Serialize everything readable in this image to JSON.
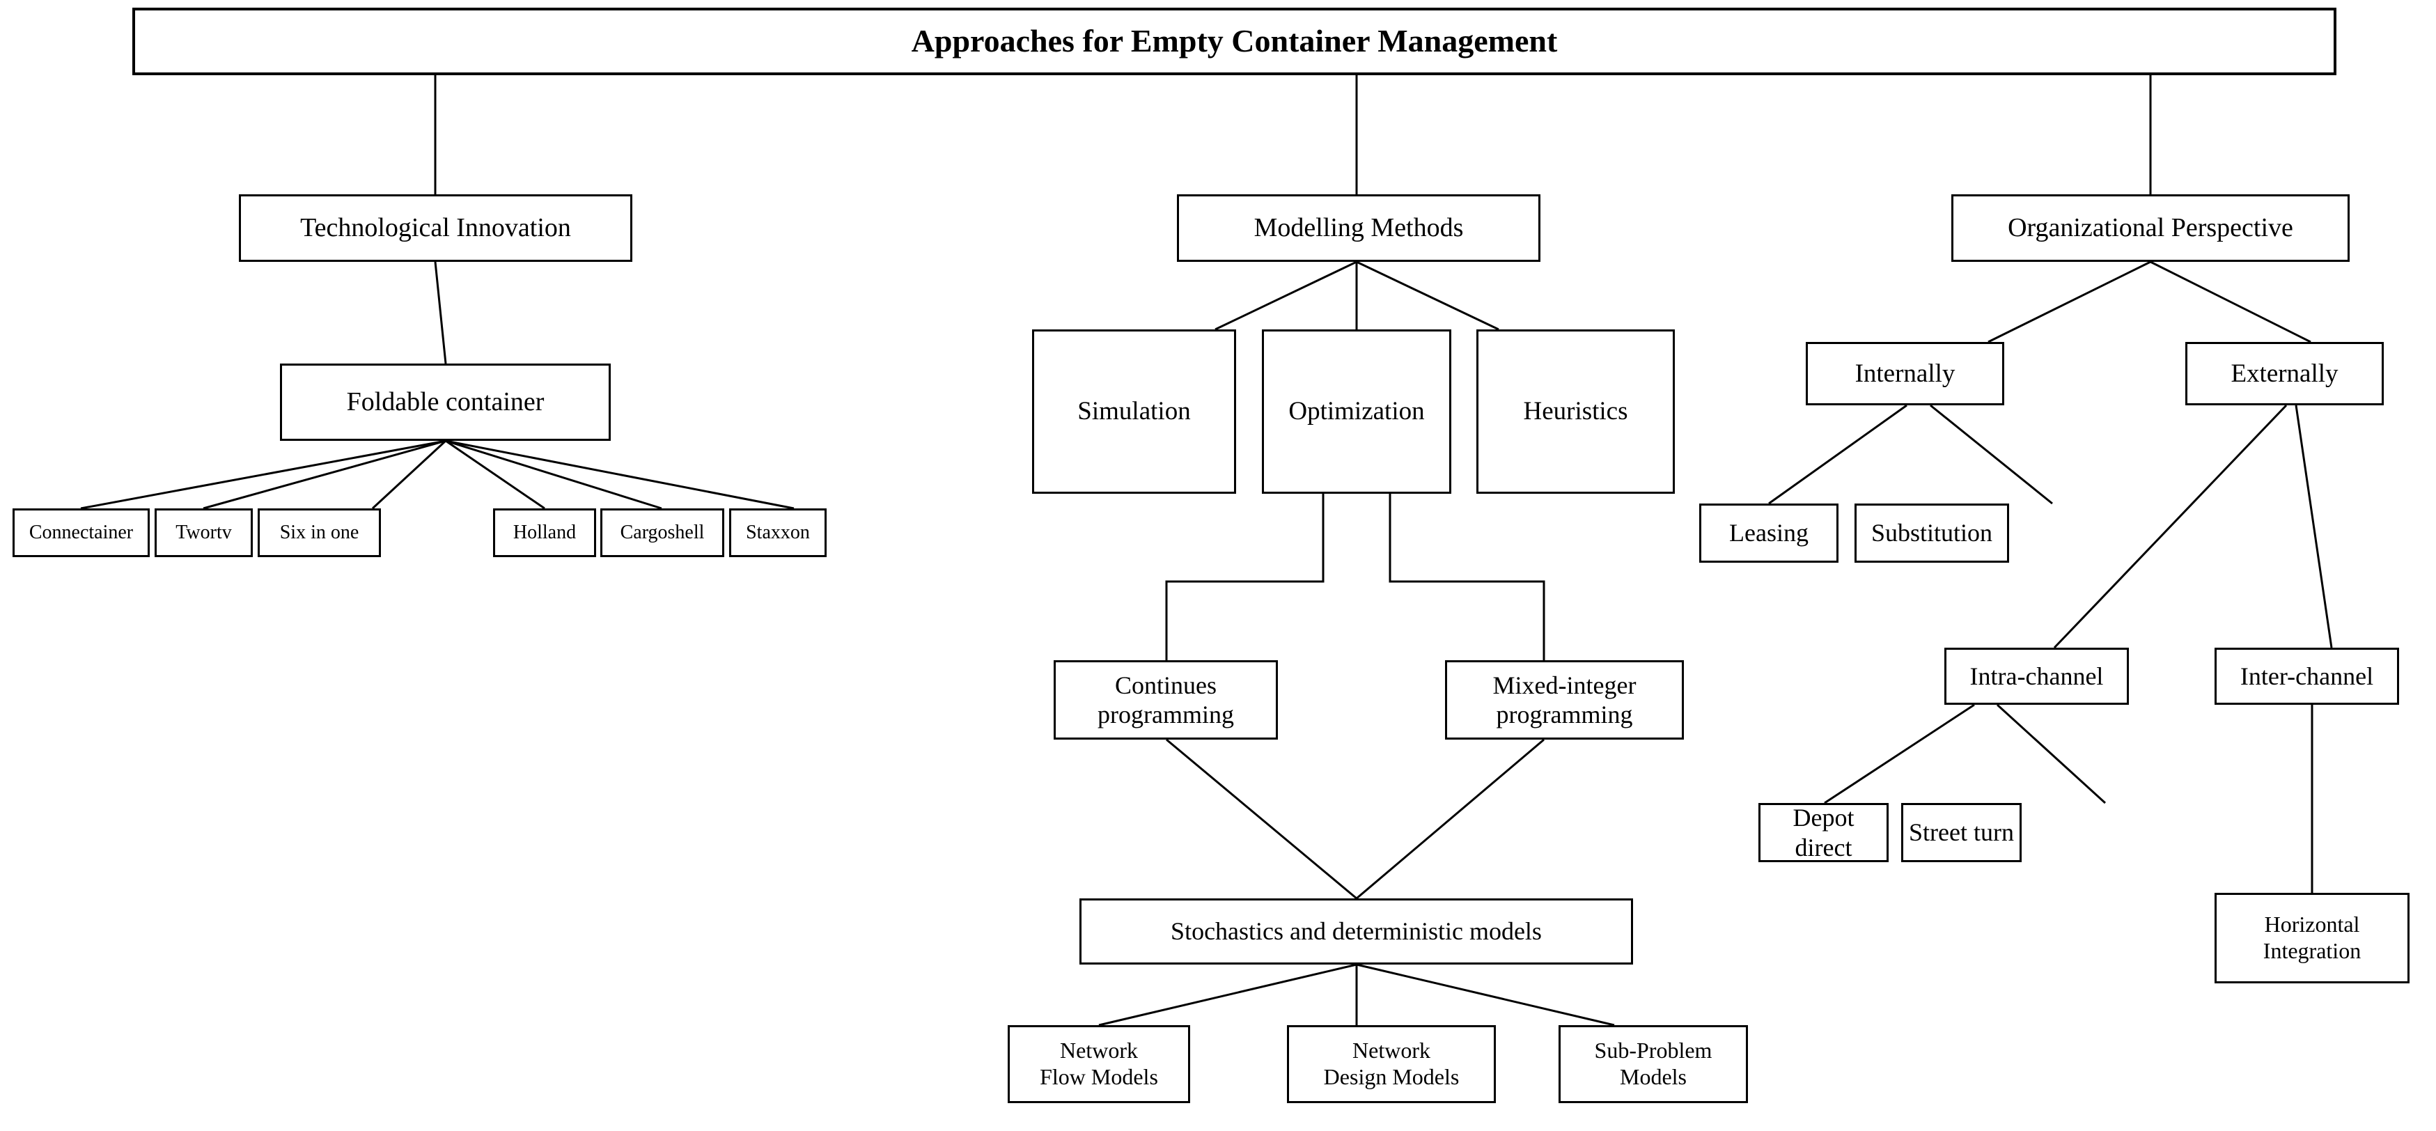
{
  "diagram": {
    "title": "Approaches for Empty Container Management",
    "type": "hierarchy-tree",
    "branches": [
      {
        "name": "Technological Innovation",
        "children": [
          {
            "name": "Foldable container",
            "children": [
              {
                "name": "Connectainer"
              },
              {
                "name": "Twortv"
              },
              {
                "name": "Six in one"
              },
              {
                "name": "Holland"
              },
              {
                "name": "Cargoshell"
              },
              {
                "name": "Staxxon"
              }
            ]
          }
        ]
      },
      {
        "name": "Modelling Methods",
        "children": [
          {
            "name": "Simulation"
          },
          {
            "name": "Optimization",
            "children": [
              {
                "name": "Continues programming"
              },
              {
                "name": "Mixed-integer programming"
              }
            ]
          },
          {
            "name": "Heuristics"
          }
        ]
      },
      {
        "name": "Organizational Perspective",
        "children": [
          {
            "name": "Internally",
            "children": [
              {
                "name": "Leasing"
              },
              {
                "name": "Substitution"
              }
            ]
          },
          {
            "name": "Externally",
            "children": [
              {
                "name": "Intra-channel",
                "children": [
                  {
                    "name": "Depot direct"
                  },
                  {
                    "name": "Street turn"
                  }
                ]
              },
              {
                "name": "Inter-channel",
                "children": [
                  {
                    "name": "Horizontal Integration"
                  }
                ]
              }
            ]
          }
        ]
      }
    ],
    "merged_node": {
      "name": "Stochastics and deterministic models",
      "children": [
        {
          "name": "Network\nFlow Models"
        },
        {
          "name": "Network\nDesign Models"
        },
        {
          "name": "Sub-Problem\nModels"
        }
      ]
    }
  },
  "nodes": {
    "title": "Approaches for Empty Container Management",
    "tech_innovation": "Technological Innovation",
    "foldable_container": "Foldable container",
    "connectainer": "Connectainer",
    "twortv": "Twortv",
    "six_in_one": "Six in one",
    "holland": "Holland",
    "cargoshell": "Cargoshell",
    "staxxon": "Staxxon",
    "modelling_methods": "Modelling Methods",
    "simulation": "Simulation",
    "optimization": "Optimization",
    "heuristics": "Heuristics",
    "continues_programming": "Continues\nprogramming",
    "mixed_integer_programming": "Mixed-integer\nprogramming",
    "stochastics_models": "Stochastics and deterministic models",
    "network_flow_models": "Network\nFlow Models",
    "network_design_models": "Network\nDesign Models",
    "sub_problem_models": "Sub-Problem\nModels",
    "organizational_perspective": "Organizational Perspective",
    "internally": "Internally",
    "externally": "Externally",
    "leasing": "Leasing",
    "substitution": "Substitution",
    "intra_channel": "Intra-channel",
    "inter_channel": "Inter-channel",
    "depot_direct": "Depot direct",
    "street_turn": "Street turn",
    "horizontal_integration": "Horizontal\nIntegration"
  },
  "style": {
    "line_color": "#000000",
    "box_border_color": "#000000",
    "background": "#ffffff",
    "text_color": "#000000"
  }
}
